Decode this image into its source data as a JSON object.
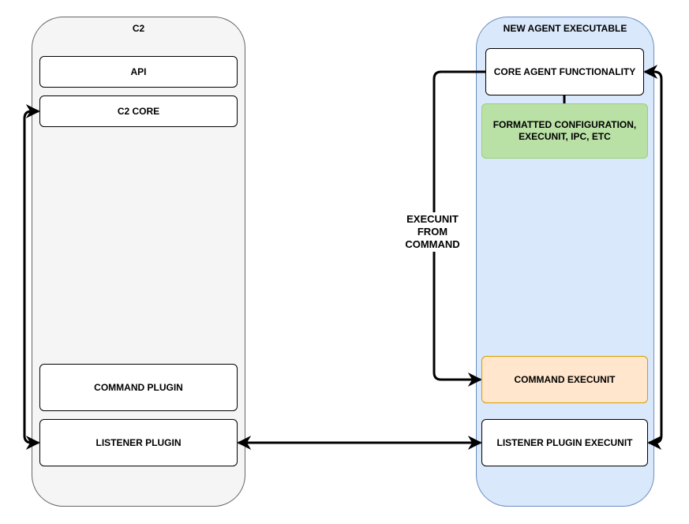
{
  "c2": {
    "title": "C2",
    "api_label": "API",
    "core_label": "C2 CORE",
    "command_plugin_label": "COMMAND PLUGIN",
    "listener_plugin_label": "LISTENER PLUGIN"
  },
  "agent": {
    "title": "NEW AGENT EXECUTABLE",
    "core_label": "CORE AGENT FUNCTIONALITY",
    "config_label": "FORMATTED CONFIGURATION, EXECUNIT, IPC, ETC",
    "command_execunit_label": "COMMAND EXECUNIT",
    "listener_execunit_label": "LISTENER PLUGIN EXECUNIT"
  },
  "edges": {
    "execunit_from_command_label": "EXECUNIT FROM COMMAND"
  },
  "colors": {
    "c2_fill": "#f5f5f5",
    "agent_fill": "#dae8fc",
    "agent_stroke": "#6c8ebf",
    "config_fill": "#b9e0a5",
    "command_execunit_fill": "#ffe6cc",
    "command_execunit_stroke": "#d79b00"
  }
}
